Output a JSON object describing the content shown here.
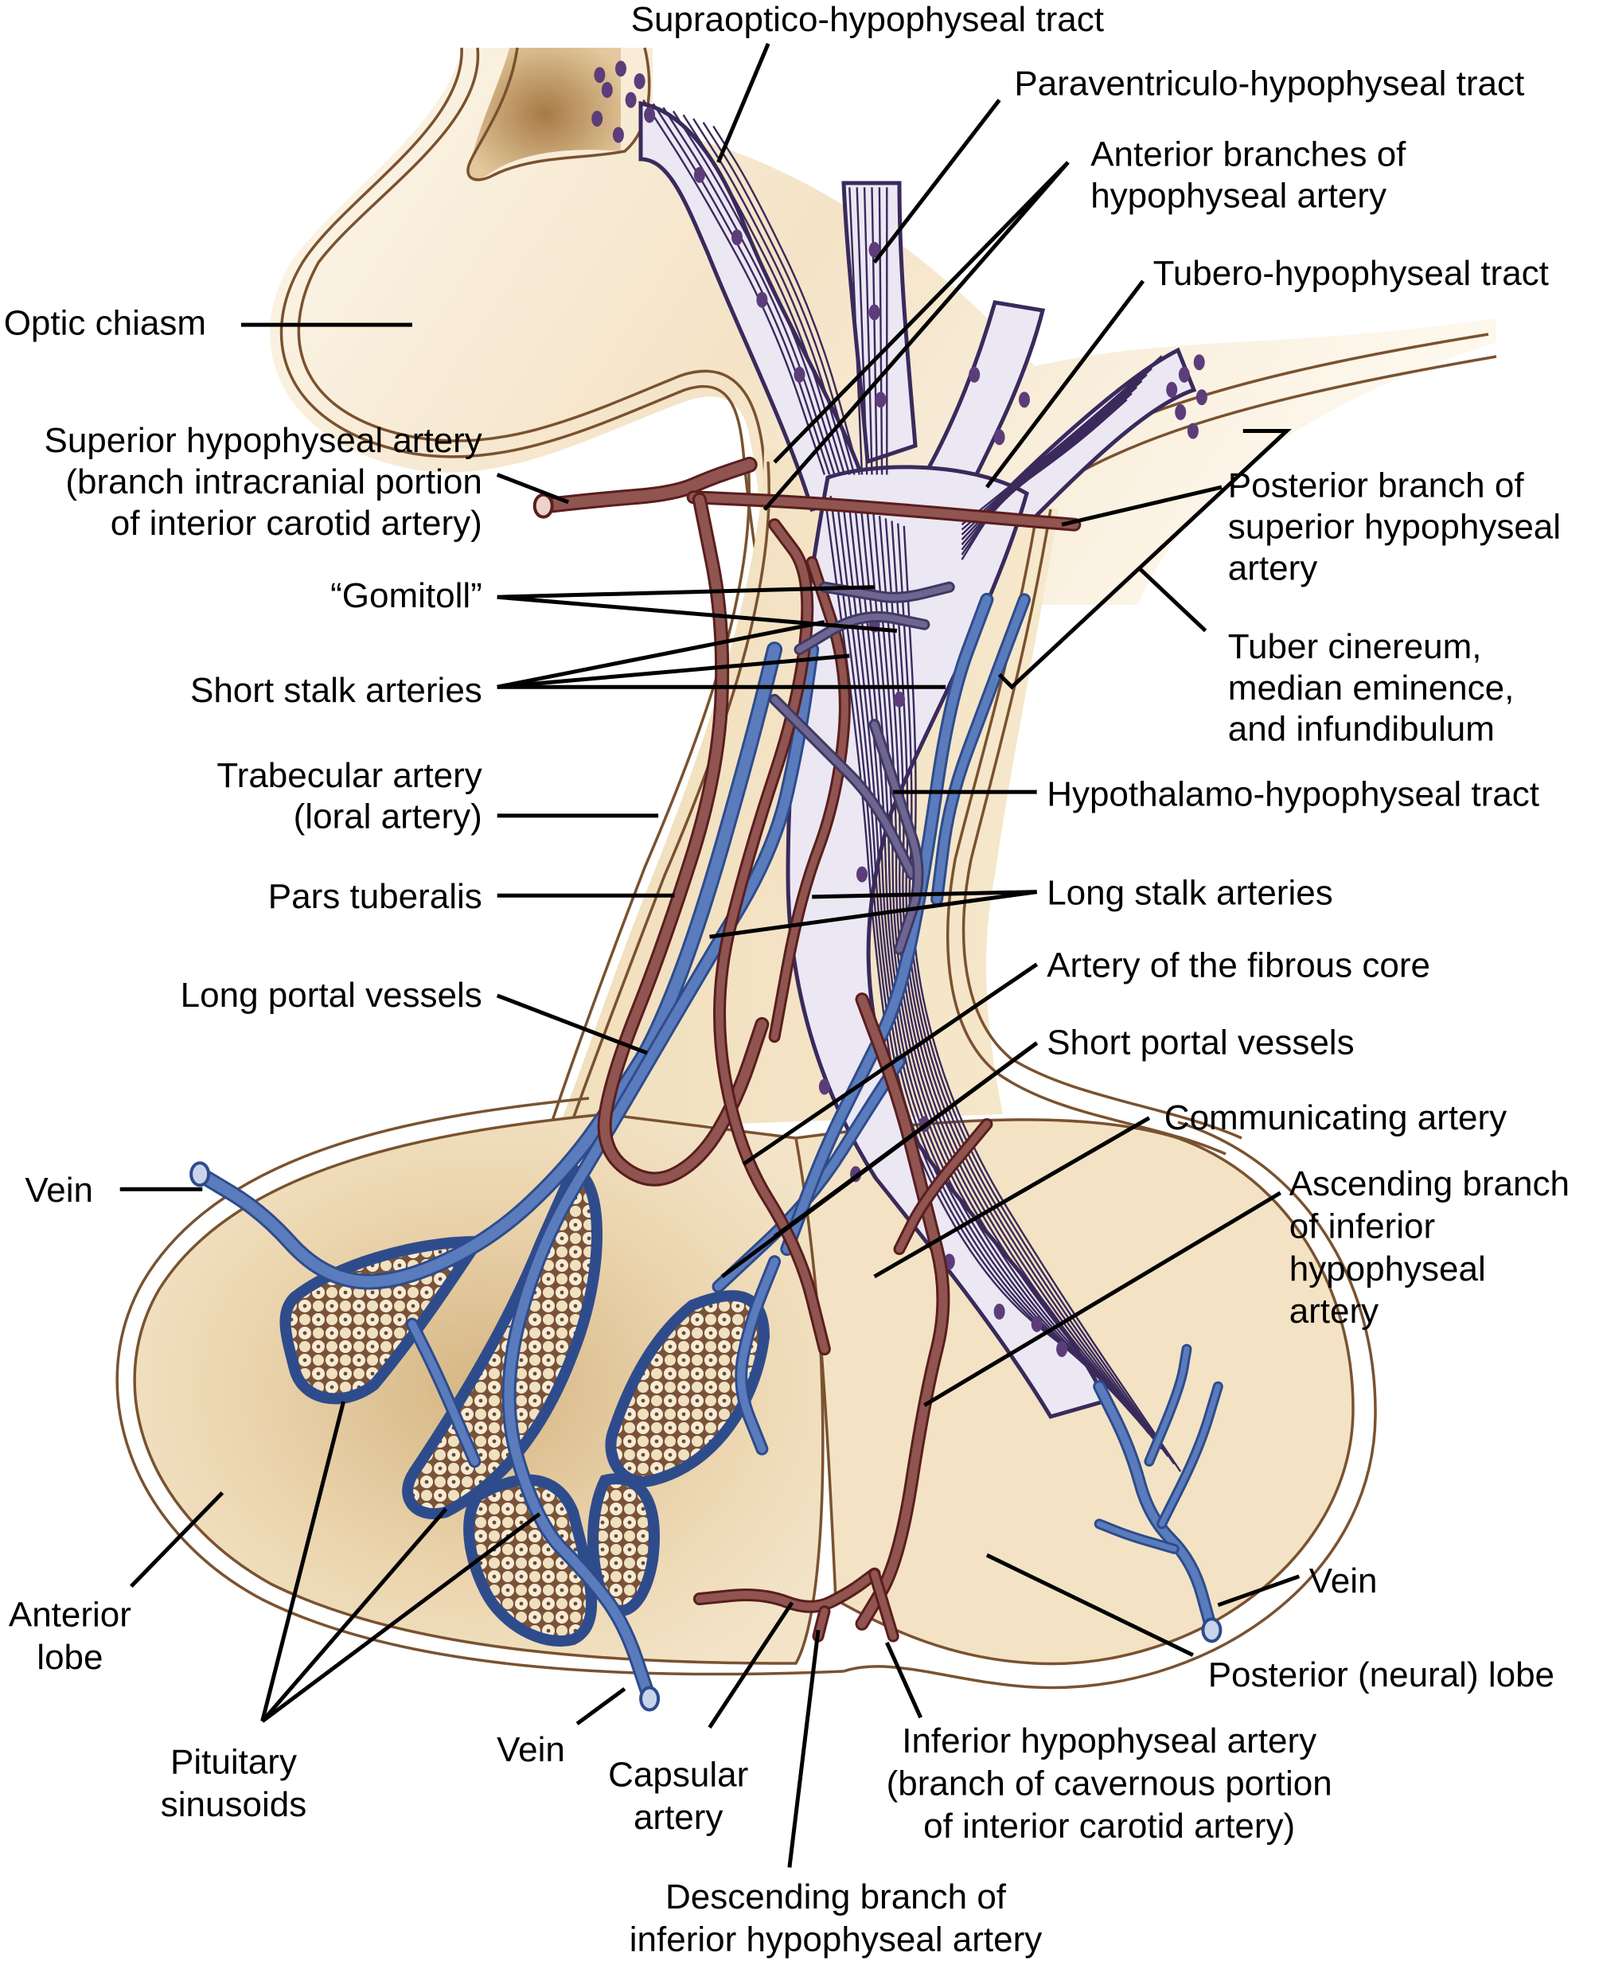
{
  "figure": {
    "title": "Blood supply and neural tracts of the hypophysis",
    "colors": {
      "artery": "#905550",
      "artery_outline": "#5a1e1e",
      "vein": "#5a7cbc",
      "vein_outline": "#2e4c8c",
      "tract_fill": "#ebe8f4",
      "tract_lines": "#3a2a5c",
      "neuron_dots": "#5c3d7a",
      "tissue_light": "#fbf3e4",
      "tissue": "#f3e3c4",
      "tissue_shadow": "#d9b98a",
      "tissue_outline": "#7a5230",
      "label_text": "#000000"
    }
  },
  "labels": {
    "supraoptico_tract": [
      "Supraoptico-hypophyseal tract"
    ],
    "paraventriculo_tract": [
      "Paraventriculo-hypophyseal tract"
    ],
    "anterior_branches": [
      "Anterior branches of",
      "hypophyseal artery"
    ],
    "tubero_tract": [
      "Tubero-hypophyseal tract"
    ],
    "optic_chiasm": [
      "Optic chiasm"
    ],
    "superior_hypophyseal_artery": [
      "Superior hypophyseal artery",
      "(branch intracranial portion",
      "of interior carotid artery)"
    ],
    "posterior_branch": [
      "Posterior branch of",
      "superior hypophyseal",
      "artery"
    ],
    "gomitoli": [
      "“Gomitoll”"
    ],
    "tuber_cinereum": [
      "Tuber cinereum,",
      "median eminence,",
      "and infundibulum"
    ],
    "short_stalk_arteries": [
      "Short stalk arteries"
    ],
    "trabecular_artery": [
      "Trabecular artery",
      "(loral artery)"
    ],
    "hypothalamo_tract": [
      "Hypothalamo-hypophyseal tract"
    ],
    "pars_tuberalis": [
      "Pars tuberalis"
    ],
    "long_stalk_arteries": [
      "Long stalk arteries"
    ],
    "artery_fibrous_core": [
      "Artery of the fibrous core"
    ],
    "long_portal_vessels": [
      "Long portal vessels"
    ],
    "short_portal_vessels": [
      "Short portal vessels"
    ],
    "communicating_artery": [
      "Communicating artery"
    ],
    "vein_left": [
      "Vein"
    ],
    "ascending_branch": [
      "Ascending branch",
      "of inferior",
      "hypophyseal",
      "artery"
    ],
    "anterior_lobe": [
      "Anterior",
      "lobe"
    ],
    "vein_right": [
      "Vein"
    ],
    "posterior_lobe": [
      "Posterior (neural) lobe"
    ],
    "pituitary_sinusoids": [
      "Pituitary",
      "sinusoids"
    ],
    "vein_bottom": [
      "Vein"
    ],
    "capsular_artery": [
      "Capsular",
      "artery"
    ],
    "inferior_hypophyseal_artery": [
      "Inferior hypophyseal artery",
      "(branch of cavernous portion",
      "of interior carotid artery)"
    ],
    "descending_branch": [
      "Descending branch of",
      "inferior hypophyseal artery"
    ]
  }
}
